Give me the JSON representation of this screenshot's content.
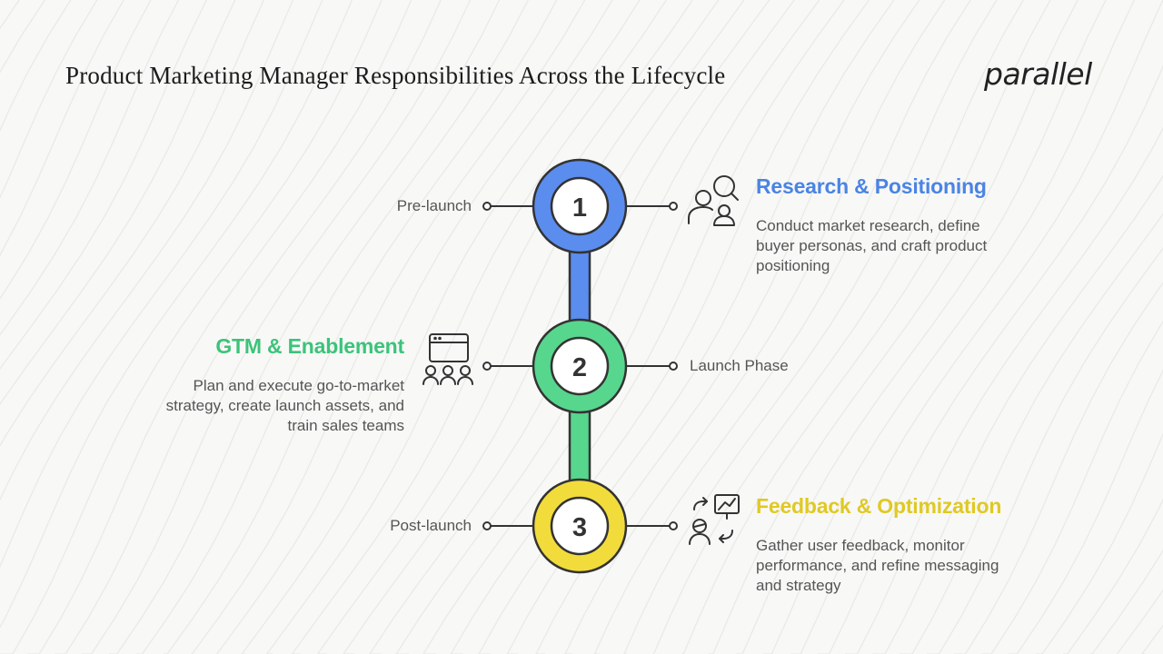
{
  "title": "Product Marketing Manager Responsibilities Across the Lifecycle",
  "logo": "parallel",
  "colors": {
    "stage1": "#5b8def",
    "stage2": "#57d68d",
    "stage3": "#f2dc3c",
    "heading1": "#4a84e4",
    "heading2": "#3cc37a",
    "heading3": "#e0c923"
  },
  "stages": [
    {
      "number": "1",
      "phase": "Pre-launch",
      "heading": "Research & Positioning",
      "description": "Conduct market research, define buyer personas, and craft product positioning",
      "icon": "user-search-icon"
    },
    {
      "number": "2",
      "phase": "Launch Phase",
      "heading": "GTM & Enablement",
      "description": "Plan and execute go-to-market strategy, create launch assets, and train sales teams",
      "icon": "presentation-audience-icon"
    },
    {
      "number": "3",
      "phase": "Post-launch",
      "heading": "Feedback & Optimization",
      "description": "Gather user feedback, monitor performance, and refine messaging and strategy",
      "icon": "feedback-loop-icon"
    }
  ]
}
